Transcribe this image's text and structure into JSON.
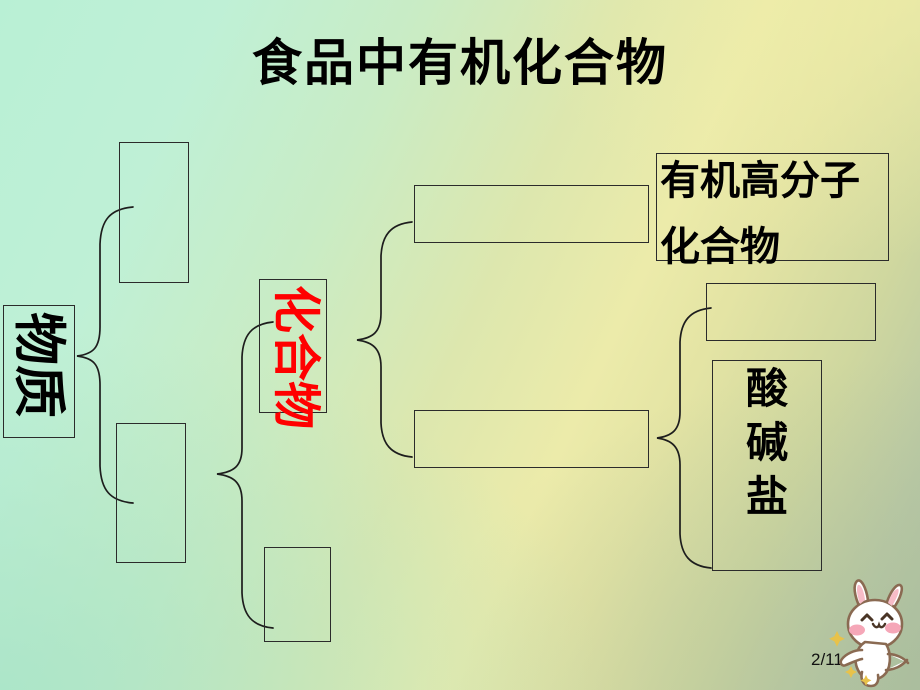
{
  "slide": {
    "title": "食品中有机化合物",
    "page_number": "2/11",
    "background": {
      "top_left": "#b9f0d5",
      "top_right": "#eeeaa8",
      "bottom_left": "#a8e4c8",
      "bottom_right": "#b4c3a8"
    }
  },
  "diagram": {
    "type": "classification-tree",
    "accent_color": "#ff0000",
    "text_color": "#000000",
    "border_color": "#2b2b2b",
    "nodes": [
      {
        "id": "substance",
        "label": "物质",
        "orientation": "rotated-90-cw",
        "color": "#000000",
        "filled": true
      },
      {
        "id": "pure-blank-top",
        "label": "",
        "orientation": "blank",
        "color": "#000000",
        "filled": false
      },
      {
        "id": "mixture-blank-bottom",
        "label": "",
        "orientation": "blank",
        "color": "#000000",
        "filled": false
      },
      {
        "id": "compound",
        "label": "化合物",
        "orientation": "rotated-90-cw",
        "color": "#ff0000",
        "filled": true
      },
      {
        "id": "element-blank",
        "label": "",
        "orientation": "blank",
        "color": "#000000",
        "filled": false
      },
      {
        "id": "organic-blank",
        "label": "",
        "orientation": "blank",
        "color": "#000000",
        "filled": false
      },
      {
        "id": "inorganic-blank",
        "label": "",
        "orientation": "blank",
        "color": "#000000",
        "filled": false
      },
      {
        "id": "organic-macromolecule",
        "label": "有机高分子\n化合物",
        "orientation": "horizontal-2-line",
        "color": "#000000",
        "filled": true
      },
      {
        "id": "oxide-blank",
        "label": "",
        "orientation": "blank",
        "color": "#000000",
        "filled": false
      },
      {
        "id": "acid-base-salt",
        "label": "酸\n碱\n盐",
        "orientation": "vertical-stacked",
        "color": "#000000",
        "filled": true
      }
    ],
    "braces": [
      {
        "id": "brace-substance",
        "from": "substance",
        "to": [
          "pure-blank-top",
          "mixture-blank-bottom"
        ]
      },
      {
        "id": "brace-pure",
        "from": "mixture-blank-bottom",
        "to": [
          "compound",
          "element-blank"
        ]
      },
      {
        "id": "brace-compound",
        "from": "compound",
        "to": [
          "organic-blank",
          "inorganic-blank"
        ]
      },
      {
        "id": "brace-inorganic",
        "from": "inorganic-blank",
        "to": [
          "oxide-blank",
          "acid-base-salt"
        ]
      }
    ]
  },
  "mascot": {
    "name": "rabbit-mascot",
    "body_color": "#ffffff",
    "outline_color": "#8a6a52",
    "cheek_color": "#f5a7b8",
    "sparkle_color": "#e8c24a"
  }
}
